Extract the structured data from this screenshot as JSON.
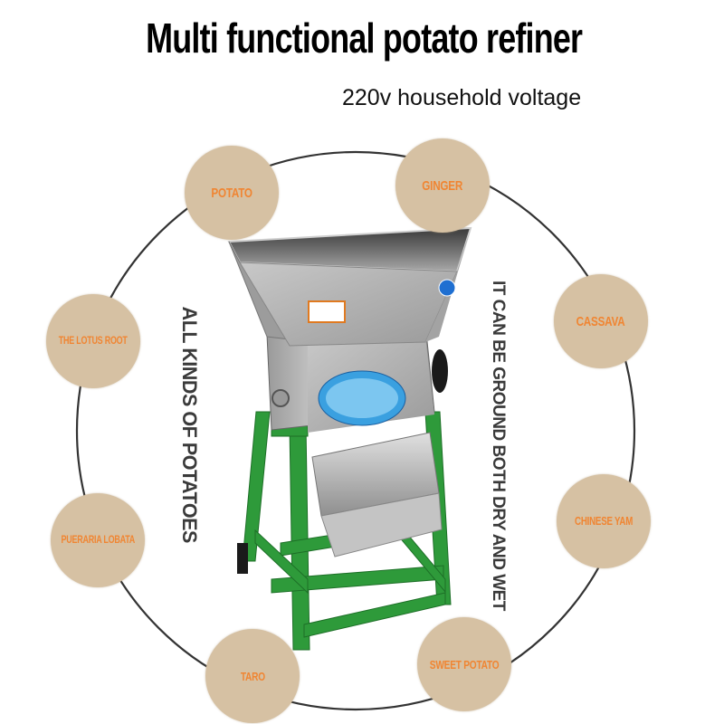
{
  "header": {
    "title": "Multi functional potato refiner",
    "subtitle": "220v household voltage"
  },
  "side_captions": {
    "left": "ALL KINDS OF POTATOES",
    "right": "IT CAN BE GROUND BOTH DRY AND WET"
  },
  "materials": [
    {
      "label": "POTATO"
    },
    {
      "label": "GINGER"
    },
    {
      "label": "THE LOTUS ROOT"
    },
    {
      "label": "CASSAVA"
    },
    {
      "label": "PUERARIA LOBATA"
    },
    {
      "label": "CHINESE YAM"
    },
    {
      "label": "TARO"
    },
    {
      "label": "SWEET POTATO"
    }
  ],
  "colors": {
    "bubble_fill": "#d6c1a3",
    "bubble_text": "#f08532",
    "ring_line": "#333333",
    "frame_green": "#2e9a3a",
    "steel": "#b9b9b9"
  },
  "product_image": "stainless steel potato grinding machine on green stand"
}
